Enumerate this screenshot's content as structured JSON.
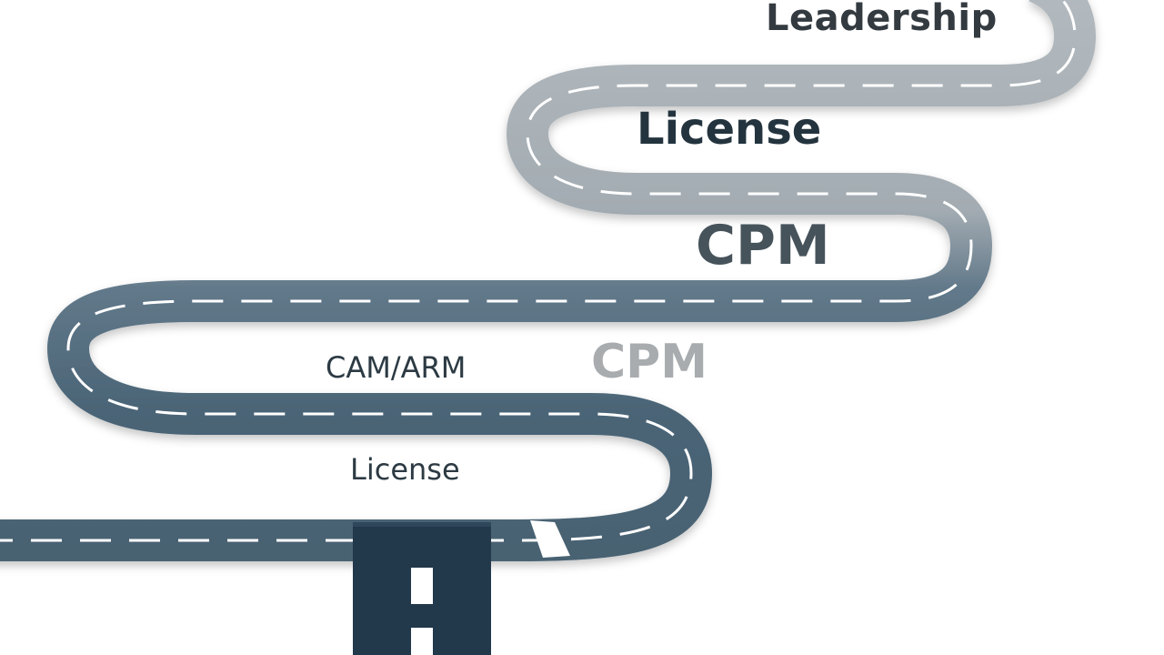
{
  "diagram": {
    "stages": [
      {
        "id": "leadership",
        "label": "Leadership"
      },
      {
        "id": "license_top",
        "label": "License"
      },
      {
        "id": "cpm_main",
        "label": "CPM"
      },
      {
        "id": "cpm_faded",
        "label": "CPM"
      },
      {
        "id": "cam_arm",
        "label": "CAM/ARM"
      },
      {
        "id": "license_bottom",
        "label": "License"
      }
    ]
  },
  "colors": {
    "road_dark": "#4b6577",
    "road_mid": "#637d8f",
    "road_light": "#a3acb2",
    "road_lightest": "#b2b9be",
    "straight_road": "#22384b",
    "lane_marking": "#ffffff",
    "background": "#ffffff"
  }
}
